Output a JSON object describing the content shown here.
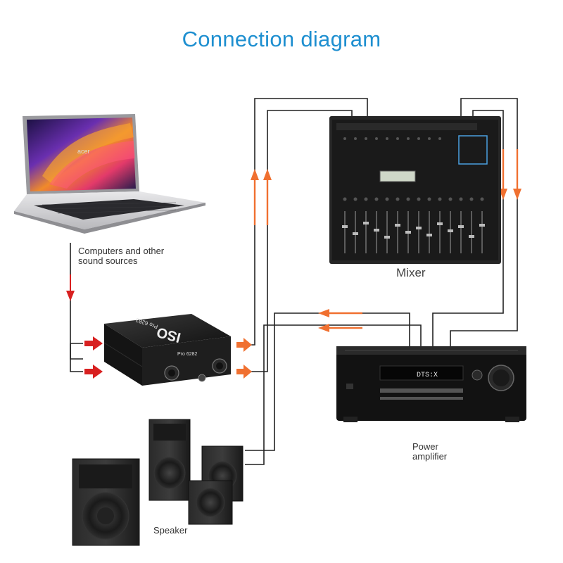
{
  "title": "Connection diagram",
  "labels": {
    "sources": [
      "Computers and other",
      "sound sources"
    ],
    "mixer": "Mixer",
    "amplifier": [
      "Power",
      "amplifier"
    ],
    "speaker": "Speaker"
  },
  "devices": {
    "laptop_brand": "acer",
    "isolator_brand": "ISO",
    "isolator_model": "Pro 6282",
    "receiver_display": "DTS:X"
  },
  "colors": {
    "title": "#1e8fd0",
    "arrow": "#f07030",
    "input_arrow": "#d82020",
    "cable": "#222222"
  }
}
